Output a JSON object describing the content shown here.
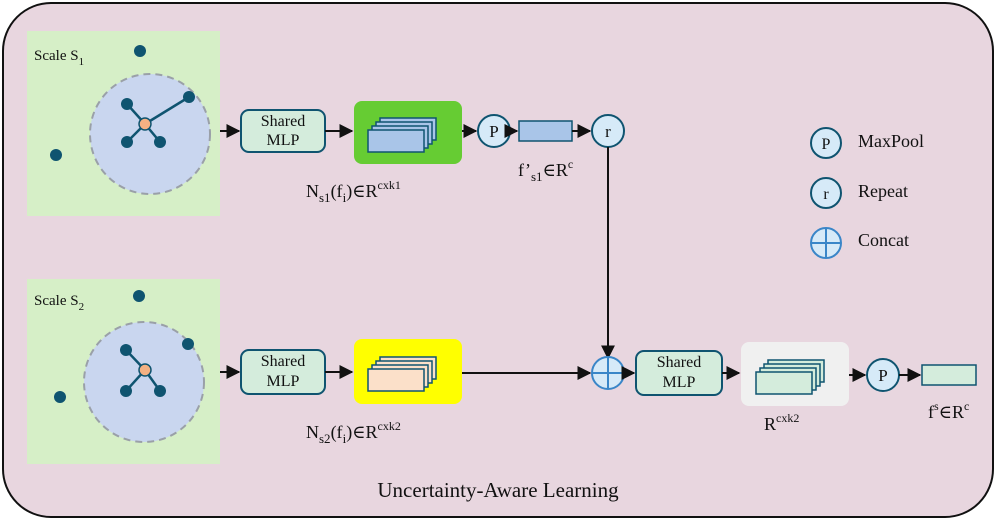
{
  "diagram": {
    "title": "Uncertainty-Aware Learning",
    "colors": {
      "frame_fill": "#e8d6df",
      "scale_panel_fill": "#d6efc7",
      "neighborhood_fill": "#c9d6ef",
      "point_fill": "#0f5470",
      "center_point_fill": "#f4b183",
      "mlp_fill": "#d4ecdc",
      "stack_fill_top": "#a9c5e8",
      "stack_fill_bottom": "#fbe0c9",
      "stack_fill_merge": "#d4ecdc",
      "highlight_top": "#66cc33",
      "highlight_bottom": "#ffff00",
      "highlight_merge": "#f0f0f0",
      "op_fill": "#d6eaf8",
      "op_stroke": "#0f5470"
    },
    "scale_top": {
      "label": "Scale S",
      "sub": "1"
    },
    "scale_bottom": {
      "label": "Scale S",
      "sub": "2"
    },
    "mlp_label_line1": "Shared",
    "mlp_label_line2": "MLP",
    "op_pool": "P",
    "op_repeat": "r",
    "feat_top": {
      "base": "N",
      "sub1": "s1",
      "mid": "(f",
      "sub2": "i",
      "tail": ")∈R",
      "sup": "cxk1"
    },
    "feat_bottom": {
      "base": "N",
      "sub1": "s2",
      "mid": "(f",
      "sub2": "i",
      "tail": ")∈R",
      "sup": "cxk2"
    },
    "pooled_top": {
      "base": "f’",
      "sub": "s1",
      "tail": "∈R",
      "sup": "c"
    },
    "merged": {
      "base": "R",
      "sup": "cxk2"
    },
    "output": {
      "base": "f",
      "sup1": "s",
      "tail": "∈R",
      "sup2": "c"
    },
    "legend": [
      {
        "symbol": "P",
        "label": "MaxPool"
      },
      {
        "symbol": "r",
        "label": "Repeat"
      },
      {
        "symbol": "concat",
        "label": "Concat"
      }
    ]
  }
}
